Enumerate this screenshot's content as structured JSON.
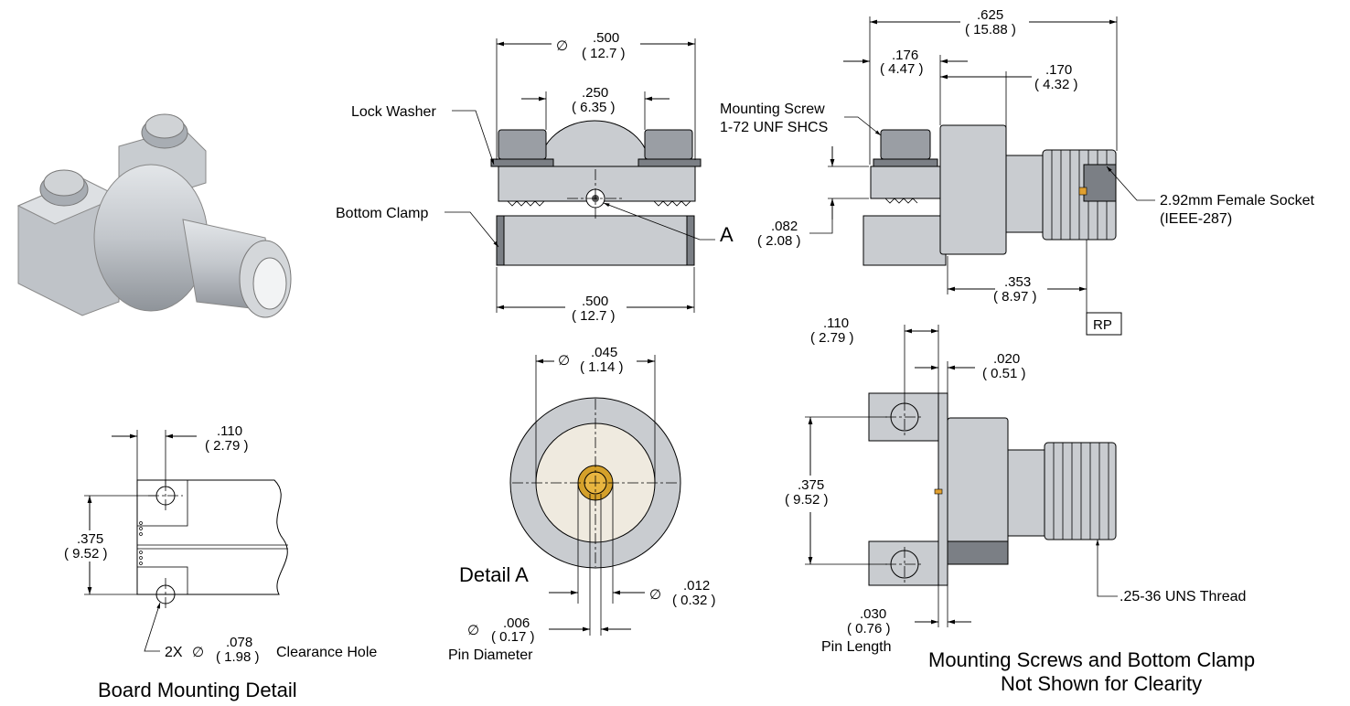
{
  "iso_view": {
    "icon": "connector-iso-render"
  },
  "front_view": {
    "dia_top": {
      "in": ".500",
      "mm": "( 12.7 )"
    },
    "spacing": {
      "in": ".250",
      "mm": "( 6.35 )"
    },
    "width_bottom": {
      "in": ".500",
      "mm": "( 12.7 )"
    },
    "lock_washer": "Lock Washer",
    "bottom_clamp": "Bottom Clamp",
    "detail_ref": "A"
  },
  "side_view": {
    "overall": {
      "in": ".625",
      "mm": "( 15.88 )"
    },
    "screw_offset": {
      "in": ".176",
      "mm": "( 4.47 )"
    },
    "thread_len": {
      "in": ".170",
      "mm": "( 4.32 )"
    },
    "gap": {
      "in": ".082",
      "mm": "( 2.08 )"
    },
    "rp_dist": {
      "in": ".353",
      "mm": "( 8.97 )"
    },
    "mounting_screw": [
      "Mounting Screw",
      "1-72 UNF SHCS"
    ],
    "socket": [
      "2.92mm Female Socket",
      "(IEEE-287)"
    ],
    "rp": "RP"
  },
  "detail_a": {
    "outer_dia": {
      "in": ".045",
      "mm": "( 1.14 )"
    },
    "inner_dia": {
      "in": ".012",
      "mm": "( 0.32 )"
    },
    "pin_dia": {
      "in": ".006",
      "mm": "( 0.17 )"
    },
    "pin_label": "Pin Diameter",
    "title": "Detail  A"
  },
  "board_detail": {
    "offset": {
      "in": ".110",
      "mm": "( 2.79 )"
    },
    "spacing": {
      "in": ".375",
      "mm": "( 9.52 )"
    },
    "hole_prefix": "2X",
    "hole": {
      "in": ".078",
      "mm": "( 1.98 )"
    },
    "hole_label": "Clearance Hole",
    "title": "Board Mounting Detail"
  },
  "clamp_view": {
    "offset": {
      "in": ".110",
      "mm": "( 2.79 )"
    },
    "flange": {
      "in": ".020",
      "mm": "( 0.51 )"
    },
    "spacing": {
      "in": ".375",
      "mm": "( 9.52 )"
    },
    "pin_len": {
      "in": ".030",
      "mm": "( 0.76 )"
    },
    "pin_label": "Pin Length",
    "thread": ".25-36 UNS Thread",
    "caption": [
      "Mounting Screws and Bottom Clamp",
      "Not Shown for Clearity"
    ]
  },
  "symbols": {
    "diameter": "∅"
  }
}
